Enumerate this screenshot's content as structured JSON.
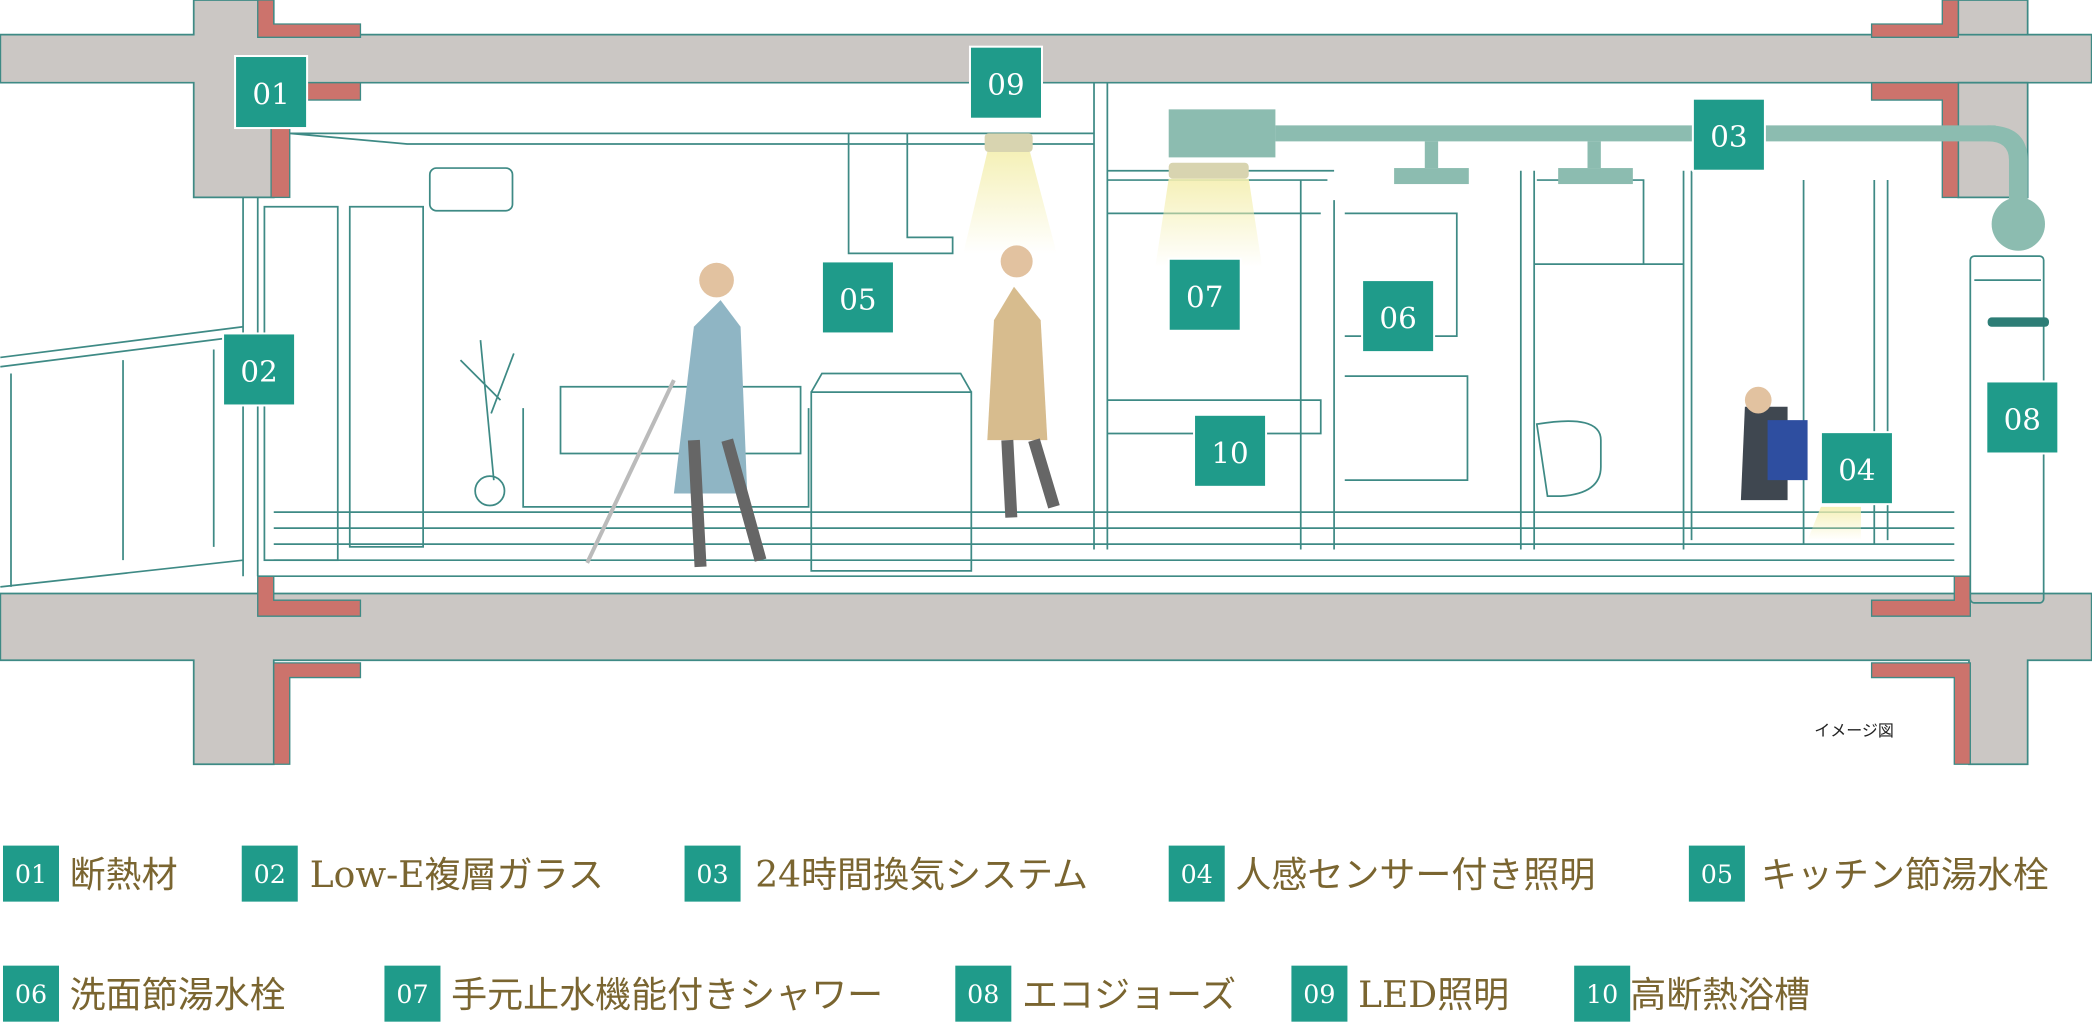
{
  "colors": {
    "badge": "#1f9b8a",
    "concrete": "#cbc7c4",
    "insulation": "#cc736c",
    "outline": "#3e8a85",
    "duct": "#8cbcb0",
    "legend_text": "#7a6530"
  },
  "diagram": {
    "markers": [
      {
        "num": "01"
      },
      {
        "num": "02"
      },
      {
        "num": "03"
      },
      {
        "num": "04"
      },
      {
        "num": "05"
      },
      {
        "num": "06"
      },
      {
        "num": "07"
      },
      {
        "num": "08"
      },
      {
        "num": "09"
      },
      {
        "num": "10"
      }
    ],
    "note": "イメージ図"
  },
  "legend": [
    {
      "num": "01",
      "label": "断熱材"
    },
    {
      "num": "02",
      "label": "Low-E複層ガラス"
    },
    {
      "num": "03",
      "label": "24時間換気システム"
    },
    {
      "num": "04",
      "label": "人感センサー付き照明"
    },
    {
      "num": "05",
      "label": "キッチン節湯水栓"
    },
    {
      "num": "06",
      "label": "洗面節湯水栓"
    },
    {
      "num": "07",
      "label": "手元止水機能付きシャワー"
    },
    {
      "num": "08",
      "label": "エコジョーズ"
    },
    {
      "num": "09",
      "label": "LED照明"
    },
    {
      "num": "10",
      "label": "高断熱浴槽"
    }
  ]
}
